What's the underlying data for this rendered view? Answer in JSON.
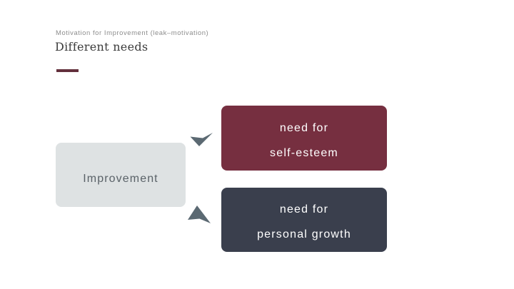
{
  "slide": {
    "eyebrow": "Motivation for Improvement (leak–motivation)",
    "title": "Different needs",
    "improvement_box": {
      "label": "Improvement"
    },
    "need_boxes": [
      {
        "line1": "need for",
        "line2": "self-esteem"
      },
      {
        "line1": "need for",
        "line2": "personal growth"
      }
    ],
    "colors": {
      "background": "#FFFFFF",
      "accent_line": "#63303C",
      "improvement_box_fill": "#DEE2E3",
      "improvement_box_text": "#5A6268",
      "self_esteem_box_fill": "#762F40",
      "personal_growth_box_fill": "#3A3F4D",
      "need_box_text": "#FFFFFF",
      "arrowhead": "#5B6972",
      "eyebrow_text": "#8D8D8D",
      "title_text": "#3B3B3B"
    }
  }
}
